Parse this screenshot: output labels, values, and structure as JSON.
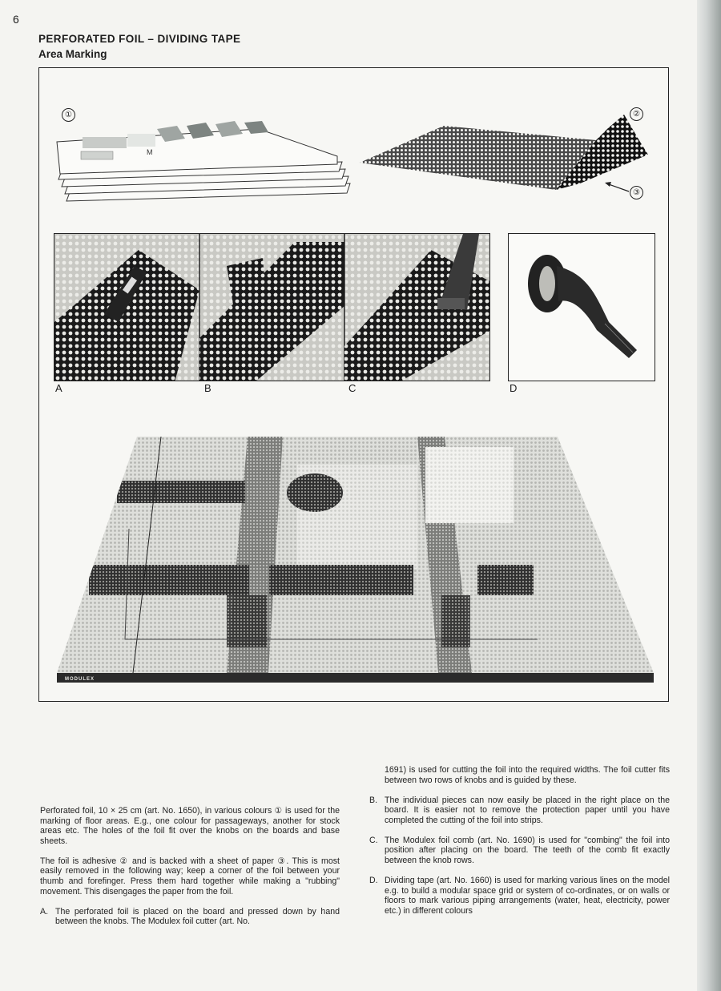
{
  "page": {
    "number": "6",
    "title": "PERFORATED FOIL – DIVIDING TAPE",
    "subtitle": "Area Marking"
  },
  "figure": {
    "callouts": [
      "①",
      "②",
      "③"
    ],
    "step_labels": [
      "A",
      "B",
      "C",
      "D"
    ],
    "board_brand": "MODULEX"
  },
  "text": {
    "intro_1": "Perforated foil, 10 × 25 cm (art. No. 1650), in various colours ① is used for the marking of floor areas. E.g., one colour for passageways, another for stock areas etc. The holes of the foil fit over the knobs on the boards and base sheets.",
    "intro_2": "The foil is adhesive ② and is backed with a sheet of paper ③. This is most easily removed in the following way; keep a corner of the foil between your thumb and forefinger. Press them hard together while making a \"rubbing\" movement. This disengages the paper from the foil.",
    "steps": [
      {
        "letter": "A.",
        "text": "The perforated foil is placed on the board and pressed down by hand between the knobs. The Modulex foil cutter (art. No."
      },
      {
        "letter": "B.",
        "text": "The individual pieces can now easily be placed in the right place on the board. It is easier not to remove the protection paper until you have completed the cutting of the foil into strips."
      },
      {
        "letter": "C.",
        "text": "The Modulex foil comb (art. No. 1690) is used for \"combing\" the foil into position after placing on the board. The teeth of the comb fit exactly between the knob rows."
      },
      {
        "letter": "D.",
        "text": "Dividing tape (art. No. 1660) is used for marking various lines on the model e.g. to build a modular space grid or system of co-ordinates, or on walls or floors to mark various piping arrangements (water, heat, electricity, power etc.) in different colours"
      }
    ],
    "step_a_continued": "1691) is used for cutting the foil into the required widths. The foil cutter fits between two rows of knobs and is guided by these."
  }
}
